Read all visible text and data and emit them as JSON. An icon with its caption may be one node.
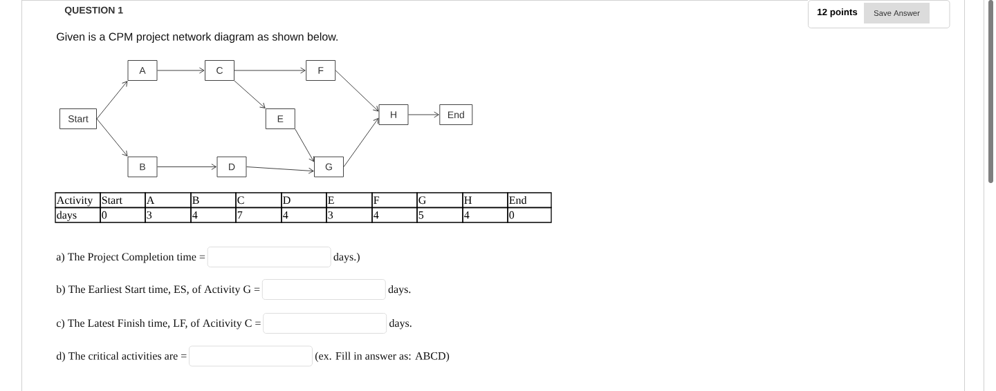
{
  "diagram": {
    "nodes": [
      {
        "text": [
          "Start"
        ]
      },
      {
        "text": [
          "A"
        ]
      },
      {
        "text": [
          "B"
        ]
      },
      {
        "text": [
          "C"
        ]
      },
      {
        "text": [
          "D"
        ]
      },
      {
        "text": [
          "E"
        ]
      },
      {
        "text": [
          "F"
        ]
      },
      {
        "text": [
          "G"
        ]
      },
      {
        "text": [
          "H"
        ]
      },
      {
        "text": [
          "End"
        ]
      }
    ],
    "edges": [
      {
        "from": 0,
        "to": 1,
        "arrow": "to"
      },
      {
        "from": 0,
        "to": 2,
        "arrow": "to"
      },
      {
        "from": 1,
        "to": 3,
        "arrow": "to"
      },
      {
        "from": 2,
        "to": 4,
        "arrow": "to"
      },
      {
        "from": 3,
        "to": 6,
        "arrow": "to"
      },
      {
        "from": 3,
        "to": 5,
        "arrow": "to"
      },
      {
        "from": 4,
        "to": 7,
        "arrow": "to"
      },
      {
        "from": 5,
        "to": 7,
        "arrow": "to"
      },
      {
        "from": 6,
        "to": 8,
        "arrow": "to"
      },
      {
        "from": 7,
        "to": 8,
        "arrow": "to"
      },
      {
        "from": 8,
        "to": 9,
        "arrow": "to"
      }
    ],
    "labels": [
      "QUESTION 1",
      "12 points",
      "Save Answer",
      "Given is a CPM project network diagram as shown below.",
      "Activity",
      "Start",
      "A",
      "B",
      "C",
      "D",
      "E",
      "F",
      "G",
      "H",
      "End",
      "days",
      "0",
      "3",
      "4",
      "7",
      "4",
      "3",
      "4",
      "5",
      "4",
      "0",
      "a) The Project Completion time =",
      "days.)",
      "b) The Earliest Start time, ES, of Activity G =",
      "days.",
      "c) The Latest Finish time, LF, of Acitivity C =",
      "days.",
      "d) The critical activities are =",
      "(ex. Fill in answer as: ABCD)"
    ]
  }
}
